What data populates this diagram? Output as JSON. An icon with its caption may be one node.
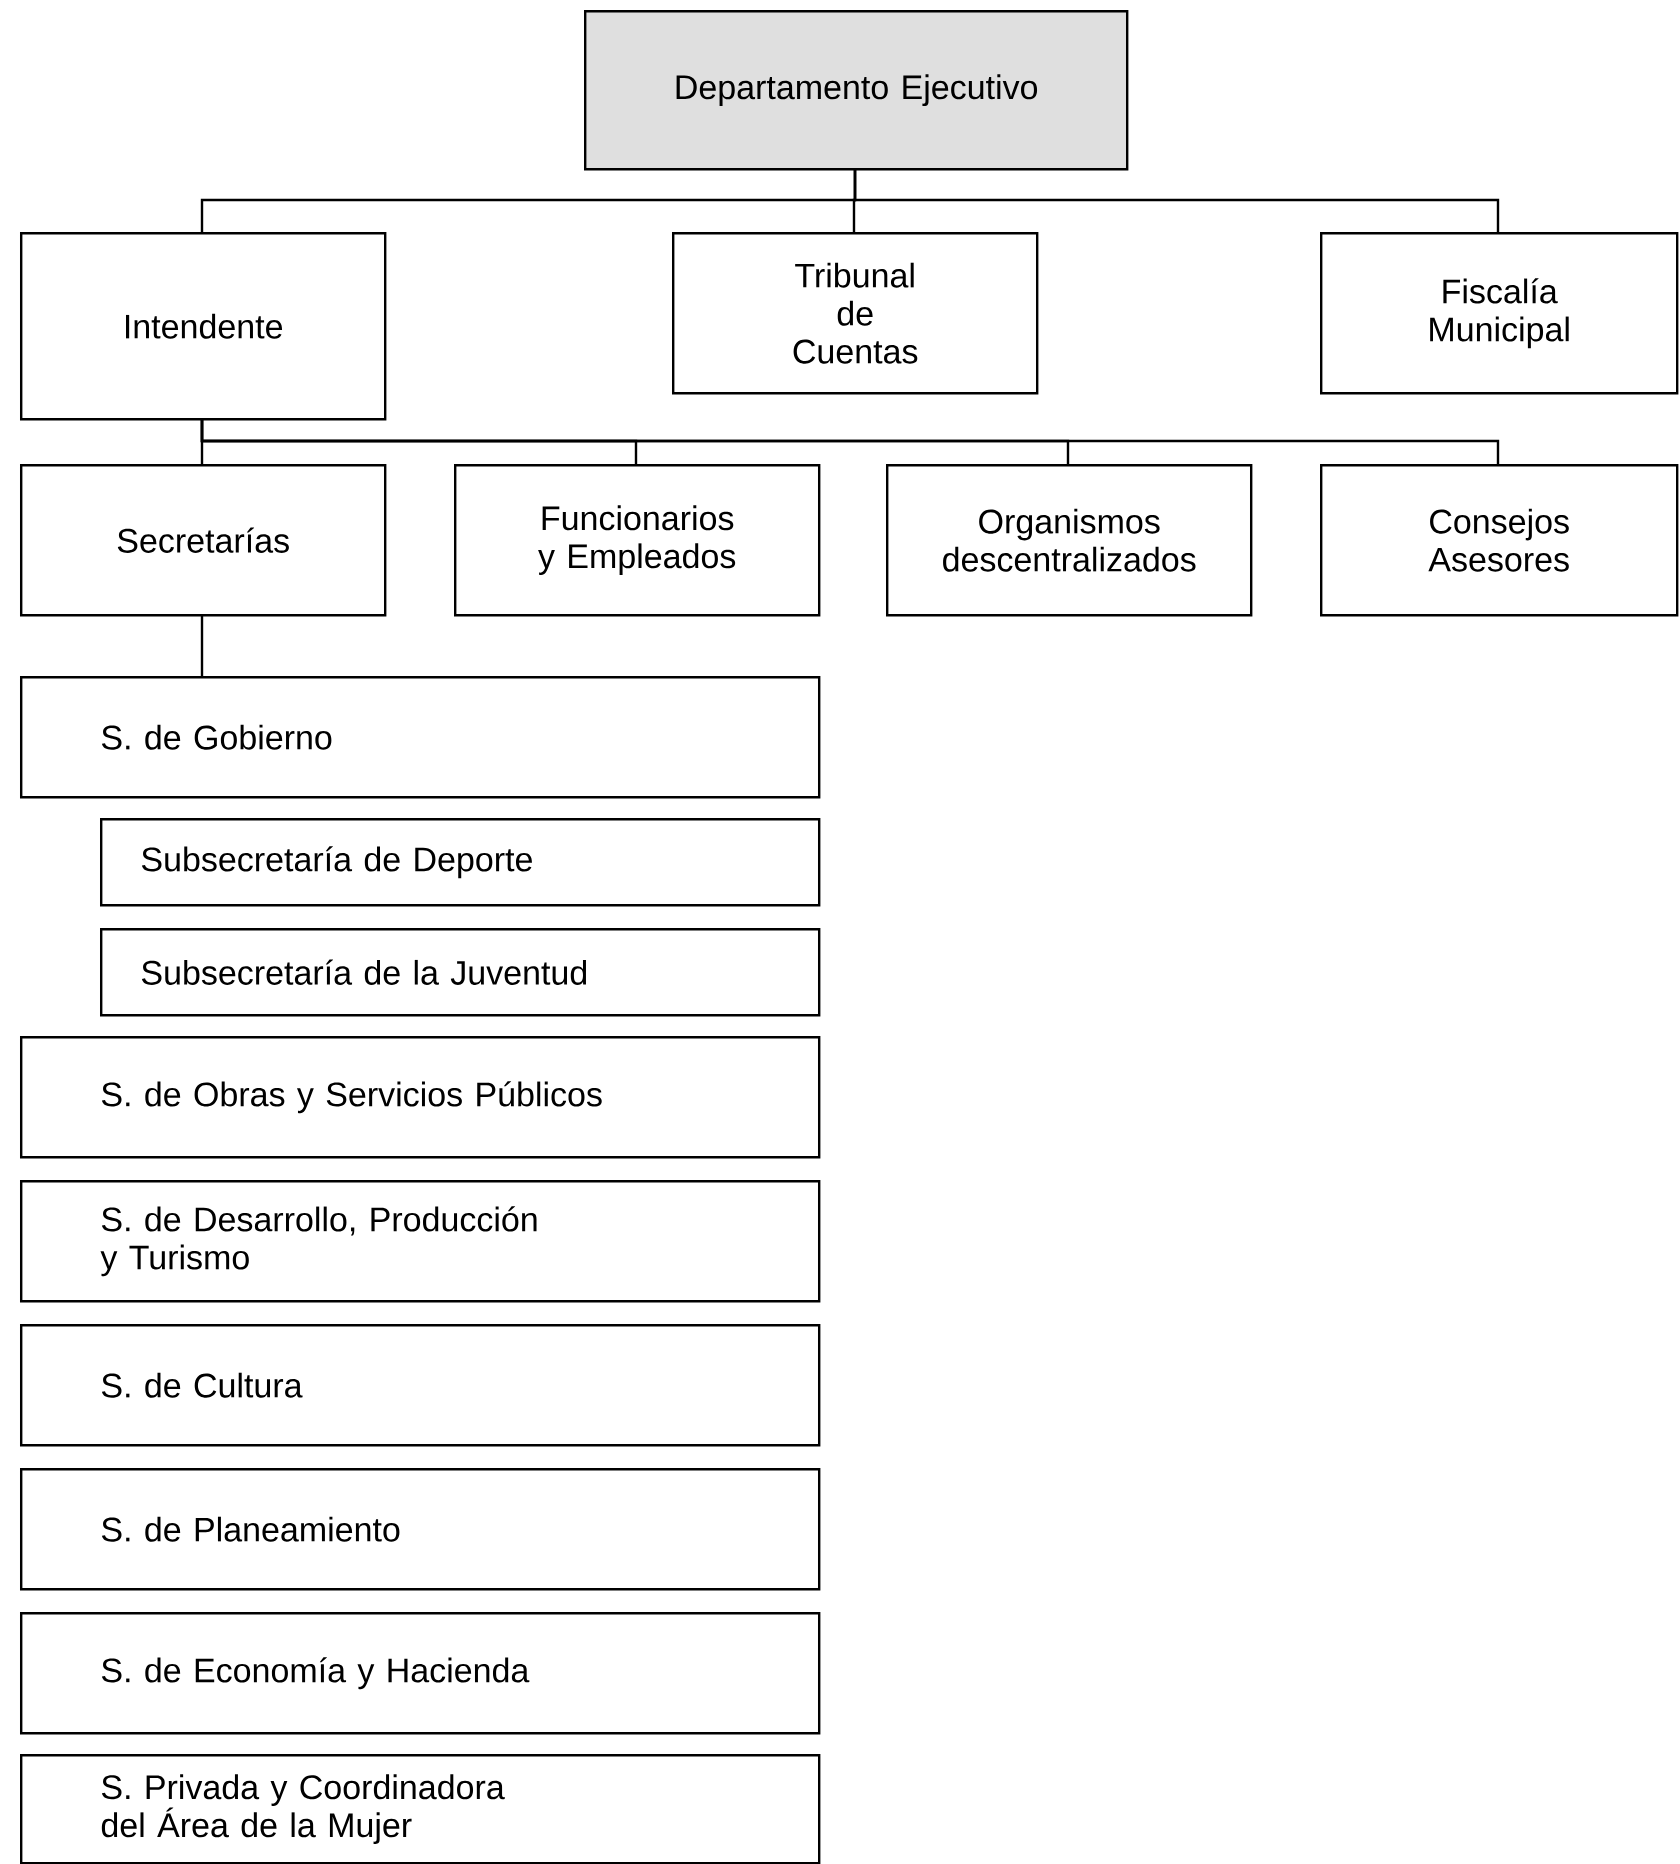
{
  "diagram": {
    "nodes": [
      {
        "text": [
          "Departamento Ejecutivo"
        ]
      },
      {
        "text": [
          "Intendente"
        ]
      },
      {
        "text": [
          "Tribunal de Cuentas"
        ]
      },
      {
        "text": [
          "Fiscalía Municipal"
        ]
      },
      {
        "text": [
          "Secretarías"
        ]
      },
      {
        "text": [
          "Funcionarios y Empleados"
        ]
      },
      {
        "text": [
          "Organismos descentralizados"
        ]
      },
      {
        "text": [
          "Consejos Asesores"
        ]
      },
      {
        "text": [
          "S. de Gobierno"
        ]
      },
      {
        "text": [
          "Subsecretaría de Deporte"
        ]
      },
      {
        "text": [
          "Subsecretaría de la Juventud"
        ]
      },
      {
        "text": [
          "S. de Obras y Servicios Públicos"
        ]
      },
      {
        "text": [
          "S. de Desarrollo, Producción y Turismo"
        ]
      },
      {
        "text": [
          "S. de Cultura"
        ]
      },
      {
        "text": [
          "S. de Planeamiento"
        ]
      },
      {
        "text": [
          "S. de Economía y Hacienda"
        ]
      },
      {
        "text": [
          "S. Privada y Coordinadora del Área de la Mujer"
        ]
      }
    ],
    "edges": [
      {
        "from": 0,
        "to": 1,
        "arrow": "none"
      },
      {
        "from": 0,
        "to": 2,
        "arrow": "none"
      },
      {
        "from": 0,
        "to": 3,
        "arrow": "none"
      },
      {
        "from": 1,
        "to": 4,
        "arrow": "none"
      },
      {
        "from": 1,
        "to": 5,
        "arrow": "none"
      },
      {
        "from": 1,
        "to": 6,
        "arrow": "none"
      },
      {
        "from": 1,
        "to": 7,
        "arrow": "none"
      },
      {
        "from": 4,
        "to": 8,
        "arrow": "none"
      }
    ]
  }
}
